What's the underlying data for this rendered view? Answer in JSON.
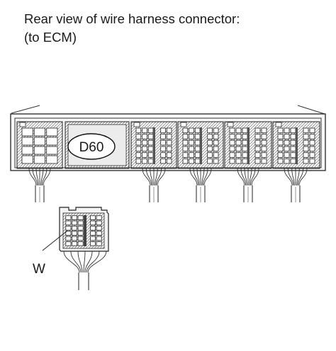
{
  "title": {
    "line1": "Rear view of wire harness connector:",
    "line2": "(to ECM)"
  },
  "connector": {
    "id_label": "D60"
  },
  "callout": {
    "label": "W"
  }
}
